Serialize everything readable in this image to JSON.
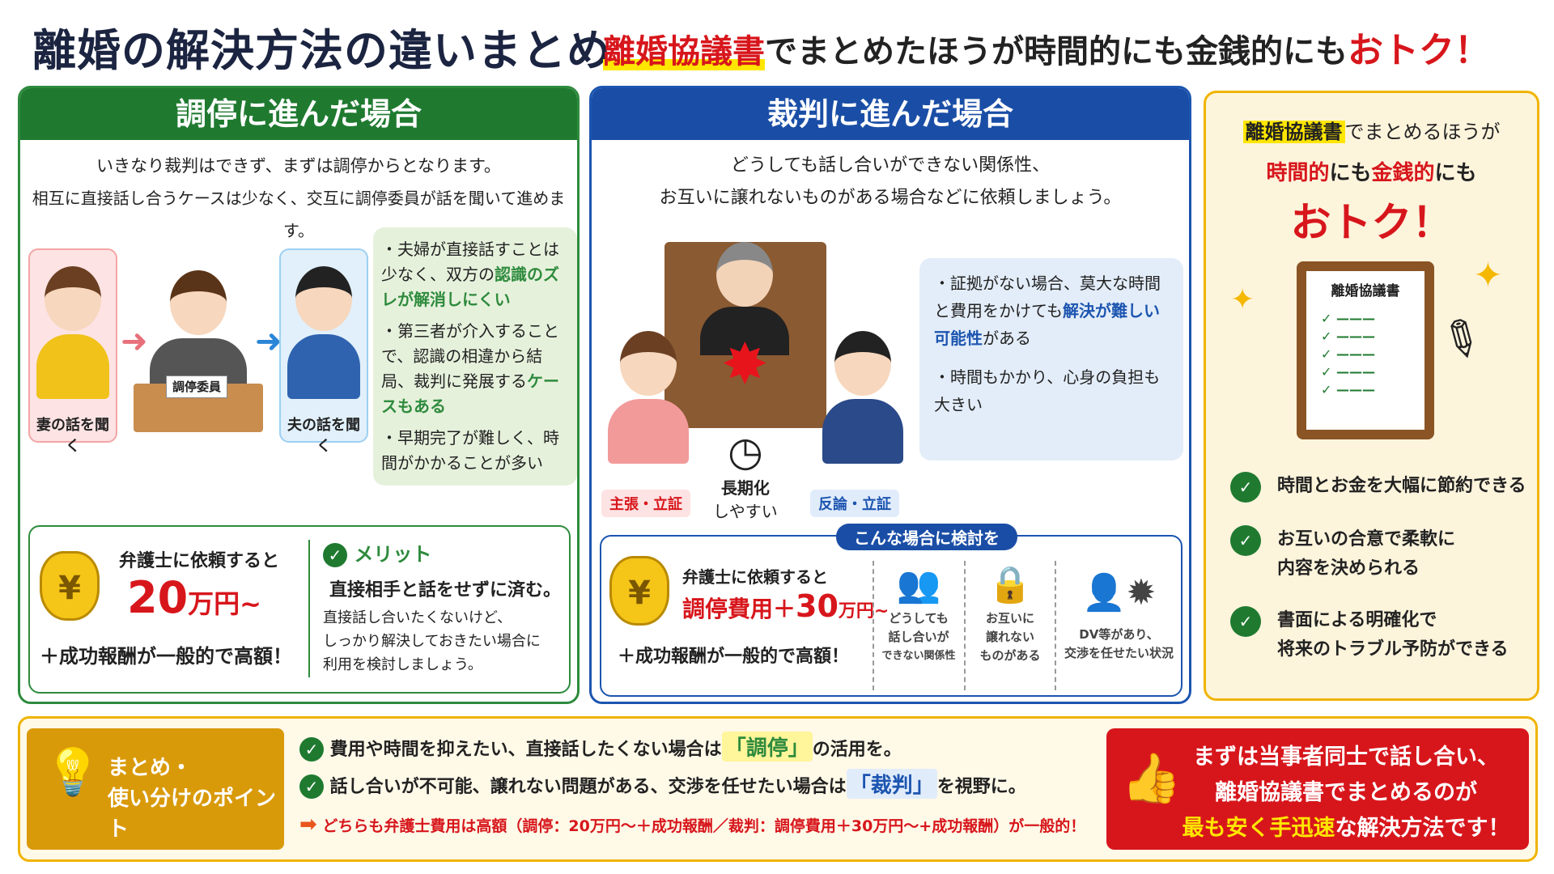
{
  "title": "離婚の解決方法の違いまとめ",
  "headline": {
    "p1": "離婚協議書",
    "p2": "でまとめたほうが時間的にも金銭的にも",
    "p3": "おトク！"
  },
  "mediation": {
    "header": "調停に進んだ場合",
    "intro": [
      "いきなり裁判はできず、まずは調停からとなります。",
      "相互に直接話し合うケースは少なく、交互に調停委員が話を聞いて進めます。"
    ],
    "wife_label": "妻の話を聞く",
    "mediator_sign": "調停委員",
    "husband_label": "夫の話を聞く",
    "bullets": [
      {
        "a": "夫婦が直接話すことは少なく、双方の",
        "h": "認識のズレが解消しにくい",
        "c": ""
      },
      {
        "a": "第三者が介入することで、認識の相違から結局、裁判に発展する",
        "h": "ケースもある",
        "c": ""
      },
      {
        "a": "早期完了が難しく、時間がかかることが多い",
        "h": "",
        "c": ""
      }
    ],
    "fee_lead": "弁護士に依頼すると",
    "fee_num": "20",
    "fee_unit": "万円~",
    "fee_note": "＋成功報酬が一般的で高額！",
    "merit_title": "メリット",
    "merit_main": "直接相手と話をせずに済む。",
    "merit_sub": [
      "直接話し合いたくないけど、",
      "しっかり解決しておきたい場合に",
      "利用を検討しましょう。"
    ]
  },
  "trial": {
    "header": "裁判に進んだ場合",
    "intro": [
      "どうしても話し合いができない関係性、",
      "お互いに譲れないものがある場合などに依頼しましょう。"
    ],
    "claim_label": "主張・立証",
    "clock_label": [
      "長期化",
      "しやすい"
    ],
    "rebut_label": "反論・立証",
    "bullets": [
      {
        "a": "証拠がない場合、莫大な時間と費用をかけても",
        "h": "解決が難しい可能性",
        "c": "がある"
      },
      {
        "a": "時間もかかり、心身の負担も大きい",
        "h": "",
        "c": ""
      }
    ],
    "consider_tag": "こんな場合に検討を",
    "fee_lead": "弁護士に依頼すると",
    "fee_main": "調停費用＋",
    "fee_num": "30",
    "fee_unit": "万円~",
    "fee_note": "＋成功報酬が一般的で高額！",
    "cases": [
      [
        "どうしても",
        "話し合いが",
        "できない関係性"
      ],
      [
        "お互いに",
        "譲れない",
        "ものがある"
      ],
      [
        "DV等があり、",
        "交渉を任せたい状況"
      ]
    ]
  },
  "agreement": {
    "line1a": "離婚協議書",
    "line1b": "でまとめるほうが",
    "line2": [
      {
        "t": "時間的",
        "red": true
      },
      {
        "t": "にも",
        "red": false
      },
      {
        "t": "金銭的",
        "red": true
      },
      {
        "t": "にも",
        "red": false
      }
    ],
    "otoku": "おトク！",
    "doc_title": "離婚協議書",
    "benefits": [
      [
        "時間とお金を大幅に節約できる"
      ],
      [
        "お互いの合意で柔軟に",
        "内容を決められる"
      ],
      [
        "書面による明確化で",
        "将来のトラブル予防ができる"
      ]
    ]
  },
  "summary": {
    "label": [
      "まとめ・",
      "使い分けのポイント"
    ],
    "row1": {
      "a": "費用や時間を抑えたい、直接話したくない場合は",
      "h": "「調停」",
      "c": "の活用を。"
    },
    "row2": {
      "a": "話し合いが不可能、譲れない問題がある、交渉を任せたい場合は",
      "h": "「裁判」",
      "c": "を視野に。"
    },
    "row3": "どちらも弁護士費用は高額（調停：20万円～＋成功報酬／裁判：調停費用＋30万円～+成功報酬）が一般的！",
    "cta": [
      "まずは当事者同士で話し合い、",
      "離婚協議書でまとめるのが"
    ],
    "cta_hl": "最も安く手迅速",
    "cta_end": "な解決方法です！"
  },
  "colors": {
    "green": "#1f7a30",
    "blue": "#1a4ea6",
    "red": "#d7161c",
    "gold": "#f0b400"
  }
}
